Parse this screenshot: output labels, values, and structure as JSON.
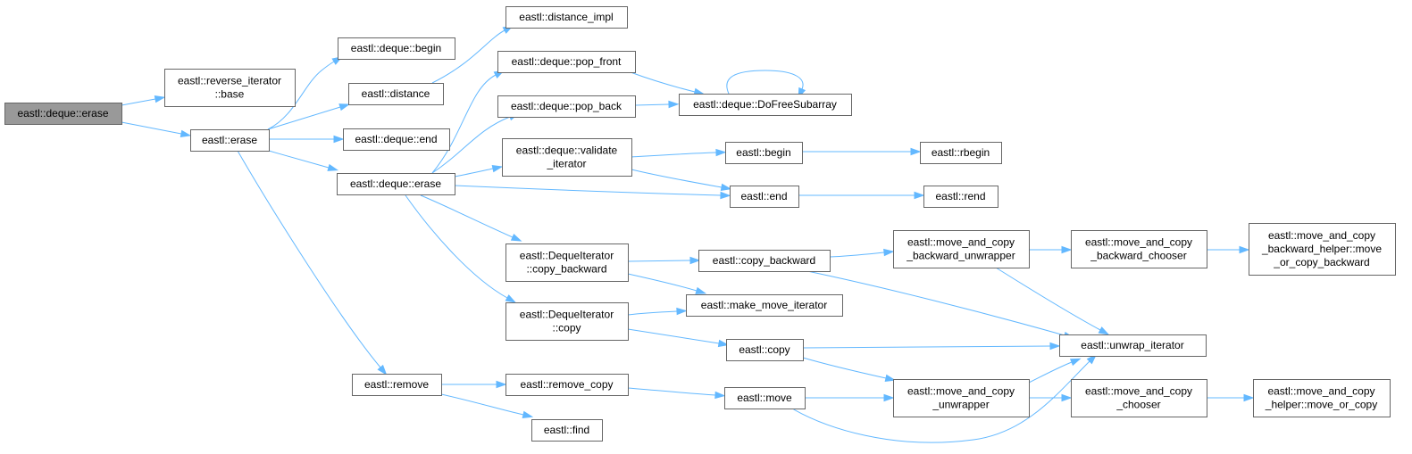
{
  "nodes": [
    {
      "id": "root",
      "lines": [
        "eastl::deque::erase"
      ],
      "root": true
    },
    {
      "id": "rev_base",
      "lines": [
        "eastl::reverse_iterator",
        "::base"
      ]
    },
    {
      "id": "erase",
      "lines": [
        "eastl::erase"
      ]
    },
    {
      "id": "dq_begin",
      "lines": [
        "eastl::deque::begin"
      ]
    },
    {
      "id": "distance",
      "lines": [
        "eastl::distance"
      ]
    },
    {
      "id": "dq_end",
      "lines": [
        "eastl::deque::end"
      ]
    },
    {
      "id": "dq_erase",
      "lines": [
        "eastl::deque::erase"
      ]
    },
    {
      "id": "remove",
      "lines": [
        "eastl::remove"
      ]
    },
    {
      "id": "distance_impl",
      "lines": [
        "eastl::distance_impl"
      ]
    },
    {
      "id": "pop_front",
      "lines": [
        "eastl::deque::pop_front"
      ]
    },
    {
      "id": "pop_back",
      "lines": [
        "eastl::deque::pop_back"
      ]
    },
    {
      "id": "validate",
      "lines": [
        "eastl::deque::validate",
        "_iterator"
      ]
    },
    {
      "id": "dit_copy_backward",
      "lines": [
        "eastl::DequeIterator",
        "::copy_backward"
      ]
    },
    {
      "id": "dit_copy",
      "lines": [
        "eastl::DequeIterator",
        "::copy"
      ]
    },
    {
      "id": "remove_copy",
      "lines": [
        "eastl::remove_copy"
      ]
    },
    {
      "id": "find",
      "lines": [
        "eastl::find"
      ]
    },
    {
      "id": "do_free",
      "lines": [
        "eastl::deque::DoFreeSubarray"
      ]
    },
    {
      "id": "begin",
      "lines": [
        "eastl::begin"
      ]
    },
    {
      "id": "end",
      "lines": [
        "eastl::end"
      ]
    },
    {
      "id": "copy_backward",
      "lines": [
        "eastl::copy_backward"
      ]
    },
    {
      "id": "make_move_it",
      "lines": [
        "eastl::make_move_iterator"
      ]
    },
    {
      "id": "copy",
      "lines": [
        "eastl::copy"
      ]
    },
    {
      "id": "move",
      "lines": [
        "eastl::move"
      ]
    },
    {
      "id": "rbegin",
      "lines": [
        "eastl::rbegin"
      ]
    },
    {
      "id": "rend",
      "lines": [
        "eastl::rend"
      ]
    },
    {
      "id": "mac_bw_unwrapper",
      "lines": [
        "eastl::move_and_copy",
        "_backward_unwrapper"
      ]
    },
    {
      "id": "mac_unwrapper",
      "lines": [
        "eastl::move_and_copy",
        "_unwrapper"
      ]
    },
    {
      "id": "mac_bw_chooser",
      "lines": [
        "eastl::move_and_copy",
        "_backward_chooser"
      ]
    },
    {
      "id": "unwrap_it",
      "lines": [
        "eastl::unwrap_iterator"
      ]
    },
    {
      "id": "mac_chooser",
      "lines": [
        "eastl::move_and_copy",
        "_chooser"
      ]
    },
    {
      "id": "mac_bw_helper",
      "lines": [
        "eastl::move_and_copy",
        "_backward_helper::move",
        "_or_copy_backward"
      ]
    },
    {
      "id": "mac_helper",
      "lines": [
        "eastl::move_and_copy",
        "_helper::move_or_copy"
      ]
    }
  ],
  "edges": [
    [
      "root",
      "rev_base"
    ],
    [
      "root",
      "erase"
    ],
    [
      "erase",
      "dq_begin"
    ],
    [
      "erase",
      "distance"
    ],
    [
      "erase",
      "dq_end"
    ],
    [
      "erase",
      "dq_erase"
    ],
    [
      "erase",
      "remove"
    ],
    [
      "distance",
      "distance_impl"
    ],
    [
      "dq_erase",
      "pop_front"
    ],
    [
      "dq_erase",
      "pop_back"
    ],
    [
      "dq_erase",
      "validate"
    ],
    [
      "dq_erase",
      "end"
    ],
    [
      "dq_erase",
      "dit_copy_backward"
    ],
    [
      "dq_erase",
      "dit_copy"
    ],
    [
      "pop_front",
      "do_free"
    ],
    [
      "pop_back",
      "do_free"
    ],
    [
      "do_free",
      "do_free"
    ],
    [
      "validate",
      "begin"
    ],
    [
      "validate",
      "end"
    ],
    [
      "begin",
      "rbegin"
    ],
    [
      "end",
      "rend"
    ],
    [
      "dit_copy_backward",
      "copy_backward"
    ],
    [
      "dit_copy_backward",
      "make_move_it"
    ],
    [
      "dit_copy",
      "make_move_it"
    ],
    [
      "dit_copy",
      "copy"
    ],
    [
      "copy_backward",
      "mac_bw_unwrapper"
    ],
    [
      "copy_backward",
      "unwrap_it"
    ],
    [
      "mac_bw_unwrapper",
      "mac_bw_chooser"
    ],
    [
      "mac_bw_unwrapper",
      "unwrap_it"
    ],
    [
      "mac_bw_chooser",
      "mac_bw_helper"
    ],
    [
      "copy",
      "unwrap_it"
    ],
    [
      "copy",
      "mac_unwrapper"
    ],
    [
      "remove",
      "remove_copy"
    ],
    [
      "remove",
      "find"
    ],
    [
      "remove_copy",
      "move"
    ],
    [
      "move",
      "mac_unwrapper"
    ],
    [
      "move",
      "unwrap_it"
    ],
    [
      "mac_unwrapper",
      "unwrap_it"
    ],
    [
      "mac_unwrapper",
      "mac_chooser"
    ],
    [
      "mac_chooser",
      "mac_helper"
    ]
  ],
  "colors": {
    "edge": "#63b8ff",
    "node_border": "#666666",
    "root_fill": "#999999",
    "node_fill": "#ffffff"
  }
}
